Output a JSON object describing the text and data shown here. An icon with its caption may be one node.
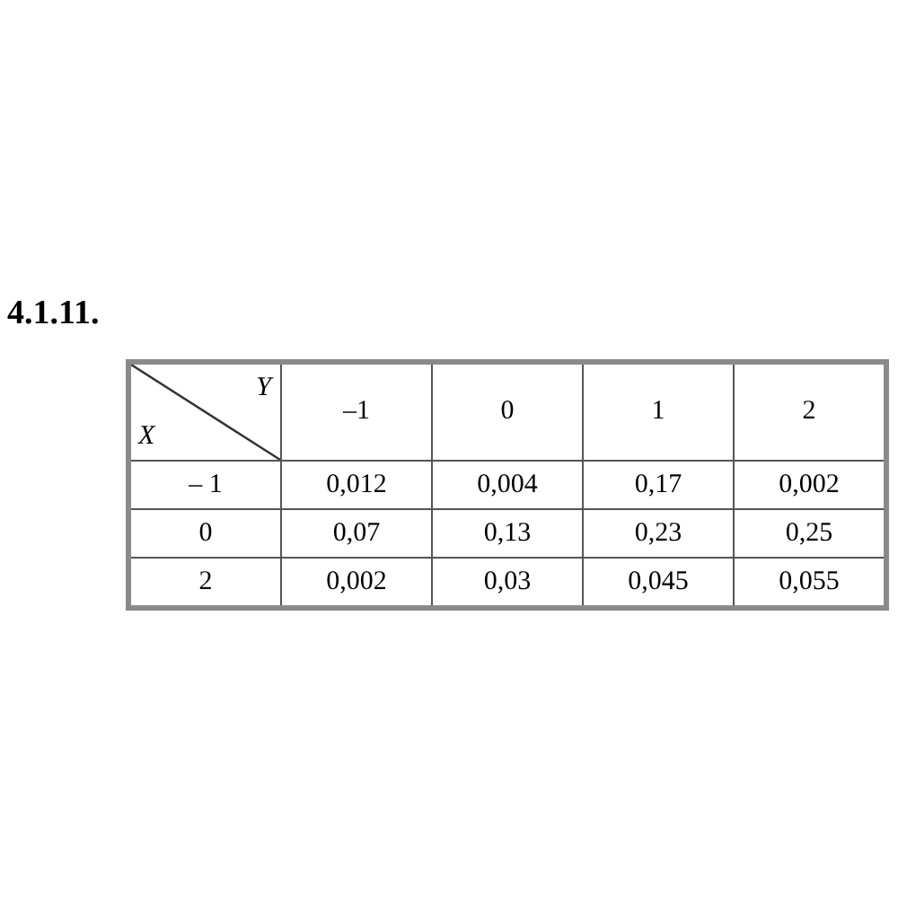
{
  "diagram": {
    "title": "4.1.11.",
    "labels": [
      "Y",
      "X",
      "–1",
      "0",
      "1",
      "2",
      "– 1",
      "0,012",
      "0,004",
      "0,17",
      "0,002",
      "0",
      "0,07",
      "0,13",
      "0,23",
      "0,25",
      "2",
      "0,002",
      "0,03",
      "0,045",
      "0,055"
    ]
  }
}
